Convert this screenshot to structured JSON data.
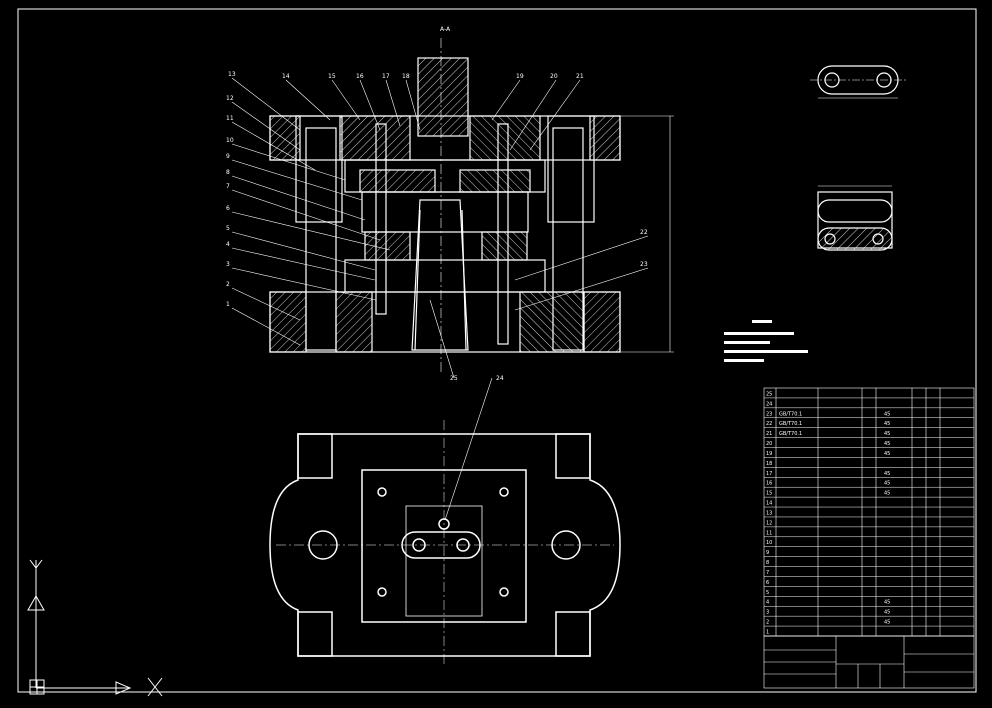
{
  "drawing": {
    "section_label": "A-A",
    "part_numbers_top": [
      "13",
      "14",
      "15",
      "16",
      "17",
      "18",
      "19",
      "20",
      "21"
    ],
    "part_numbers_left": [
      "12",
      "11",
      "10",
      "9",
      "8",
      "7",
      "6",
      "5",
      "4",
      "3",
      "2",
      "1"
    ],
    "part_numbers_right": [
      "22",
      "23"
    ],
    "part_numbers_bottom": [
      "25",
      "24"
    ],
    "bom_rows": [
      {
        "no": "25",
        "std": "",
        "name": "",
        "qty": "",
        "mat": ""
      },
      {
        "no": "24",
        "std": "",
        "name": "",
        "qty": "",
        "mat": ""
      },
      {
        "no": "23",
        "std": "GB/T70.1",
        "name": "",
        "qty": "",
        "mat": "45"
      },
      {
        "no": "22",
        "std": "GB/T70.1",
        "name": "",
        "qty": "",
        "mat": "45"
      },
      {
        "no": "21",
        "std": "GB/T70.1",
        "name": "",
        "qty": "",
        "mat": "45"
      },
      {
        "no": "20",
        "std": "",
        "name": "",
        "qty": "",
        "mat": "45"
      },
      {
        "no": "19",
        "std": "",
        "name": "",
        "qty": "",
        "mat": "45"
      },
      {
        "no": "18",
        "std": "",
        "name": "",
        "qty": "",
        "mat": ""
      },
      {
        "no": "17",
        "std": "",
        "name": "",
        "qty": "",
        "mat": "45"
      },
      {
        "no": "16",
        "std": "",
        "name": "",
        "qty": "",
        "mat": "45"
      },
      {
        "no": "15",
        "std": "",
        "name": "",
        "qty": "",
        "mat": "45"
      },
      {
        "no": "14",
        "std": "",
        "name": "",
        "qty": "",
        "mat": ""
      },
      {
        "no": "13",
        "std": "",
        "name": "",
        "qty": "",
        "mat": ""
      },
      {
        "no": "12",
        "std": "",
        "name": "",
        "qty": "",
        "mat": ""
      },
      {
        "no": "11",
        "std": "",
        "name": "",
        "qty": "",
        "mat": ""
      },
      {
        "no": "10",
        "std": "",
        "name": "",
        "qty": "",
        "mat": ""
      },
      {
        "no": "9",
        "std": "",
        "name": "",
        "qty": "",
        "mat": ""
      },
      {
        "no": "8",
        "std": "",
        "name": "",
        "qty": "",
        "mat": ""
      },
      {
        "no": "7",
        "std": "",
        "name": "",
        "qty": "",
        "mat": ""
      },
      {
        "no": "6",
        "std": "",
        "name": "",
        "qty": "",
        "mat": ""
      },
      {
        "no": "5",
        "std": "",
        "name": "",
        "qty": "",
        "mat": ""
      },
      {
        "no": "4",
        "std": "",
        "name": "",
        "qty": "",
        "mat": "45"
      },
      {
        "no": "3",
        "std": "",
        "name": "",
        "qty": "",
        "mat": "45"
      },
      {
        "no": "2",
        "std": "",
        "name": "",
        "qty": "",
        "mat": "45"
      },
      {
        "no": "1",
        "std": "",
        "name": "",
        "qty": "",
        "mat": ""
      }
    ],
    "colors": {
      "line": "#ffffff",
      "bg": "#000000"
    }
  }
}
